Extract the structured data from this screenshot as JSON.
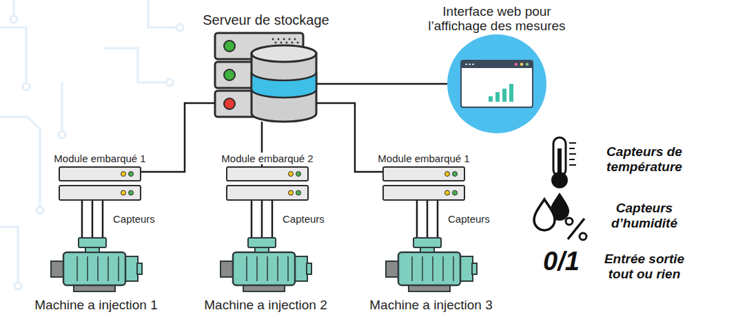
{
  "diagram": {
    "nodes": [
      {
        "text": [
          "Serveur de stockage"
        ]
      },
      {
        "text": [
          "Interface web pour l’affichage des mesures"
        ]
      },
      {
        "text": [
          "Module embarqué 1"
        ]
      },
      {
        "text": [
          "Module embarqué 2"
        ]
      },
      {
        "text": [
          "Module embarqué 1"
        ]
      },
      {
        "text": [
          "Machine a injection 1"
        ]
      },
      {
        "text": [
          "Machine a injection 2"
        ]
      },
      {
        "text": [
          "Machine a injection 3"
        ]
      }
    ],
    "edges": [
      {
        "from": 0,
        "to": 1,
        "arrow": "none"
      },
      {
        "from": 0,
        "to": 2,
        "arrow": "none"
      },
      {
        "from": 0,
        "to": 3,
        "arrow": "none"
      },
      {
        "from": 0,
        "to": 4,
        "arrow": "none"
      },
      {
        "from": 2,
        "to": 5,
        "label": "Capteurs",
        "arrow": "none"
      },
      {
        "from": 3,
        "to": 6,
        "label": "Capteurs",
        "arrow": "none"
      },
      {
        "from": 4,
        "to": 7,
        "label": "Capteurs",
        "arrow": "none"
      }
    ],
    "labels": [
      "0/1"
    ],
    "legend": [
      {
        "text": "Capteurs de température"
      },
      {
        "text": "Capteurs d’humidité"
      },
      {
        "text": "Entrée sortie tout ou rien"
      }
    ]
  }
}
